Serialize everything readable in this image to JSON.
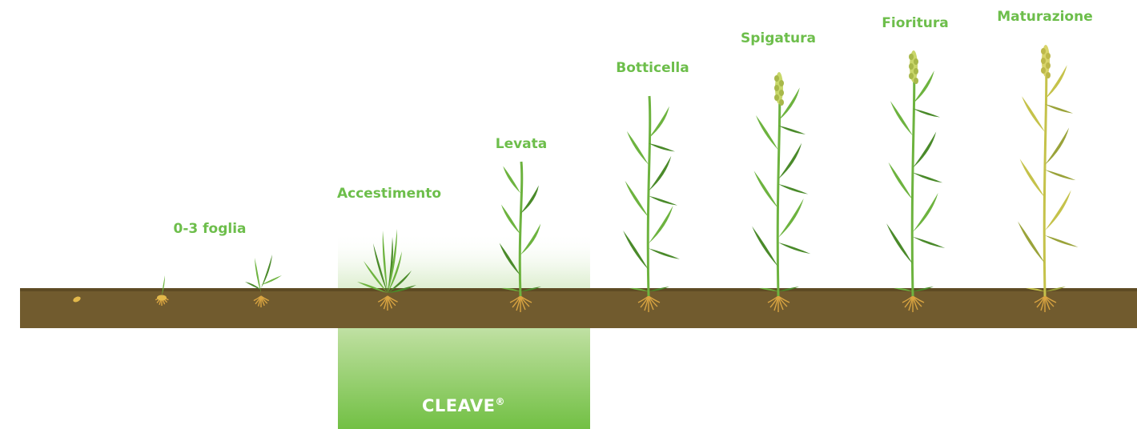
{
  "stages": [
    {
      "id": "seed",
      "label": ""
    },
    {
      "id": "sprout",
      "label": ""
    },
    {
      "id": "leaf",
      "label": "0-3 foglia"
    },
    {
      "id": "tillering",
      "label": "Accestimento"
    },
    {
      "id": "stem-elongation",
      "label": "Levata"
    },
    {
      "id": "booting",
      "label": "Botticella"
    },
    {
      "id": "heading",
      "label": "Spigatura"
    },
    {
      "id": "flowering",
      "label": "Fioritura"
    },
    {
      "id": "ripening",
      "label": "Maturazione"
    }
  ],
  "product": {
    "name": "CLEAVE",
    "mark": "®"
  },
  "colors": {
    "label_green": "#6dbe4b",
    "soil": "#715b2e",
    "soil_top": "#5e4b24",
    "product_green": "#7cc34f",
    "leaf_green": "#6db33f",
    "leaf_dark": "#4a8a2a",
    "ripe_yellow": "#c5c24a",
    "root": "#d9a441"
  }
}
